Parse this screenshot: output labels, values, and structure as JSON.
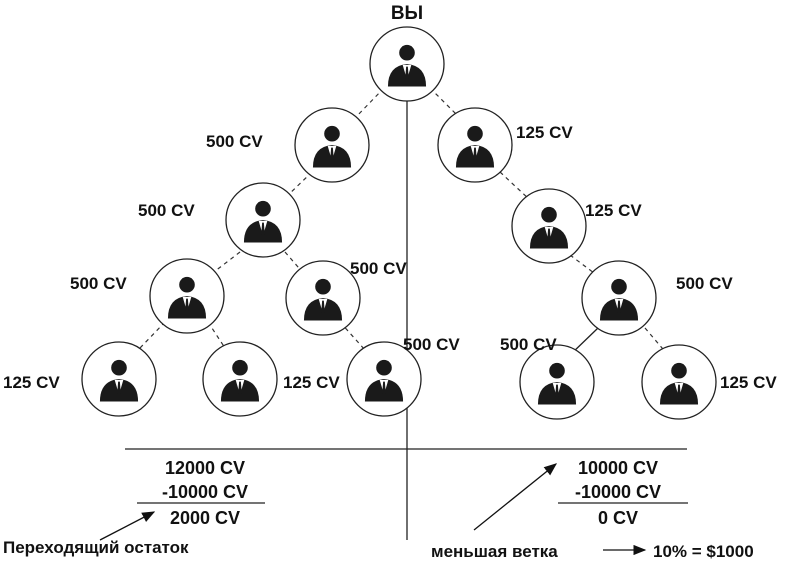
{
  "top_label": "ВЫ",
  "nodes": [
    {
      "id": "you",
      "label": ""
    },
    {
      "id": "l1",
      "label": "500 CV"
    },
    {
      "id": "r1",
      "label": "125 CV"
    },
    {
      "id": "l2",
      "label": "500 CV"
    },
    {
      "id": "r2",
      "label": "125 CV"
    },
    {
      "id": "l3a",
      "label": "500 CV"
    },
    {
      "id": "l3b",
      "label": "500 CV"
    },
    {
      "id": "r3",
      "label": "500 CV"
    },
    {
      "id": "l4a",
      "label": "125 CV"
    },
    {
      "id": "l4b",
      "label": "125 CV"
    },
    {
      "id": "l4c",
      "label": "500 CV"
    },
    {
      "id": "r4a",
      "label": "500 CV"
    },
    {
      "id": "r4b",
      "label": "125 CV"
    }
  ],
  "left_calc": {
    "total": "12000 CV",
    "minus": "-10000 CV",
    "result": "2000 CV"
  },
  "right_calc": {
    "total": "10000 CV",
    "minus": "-10000 CV",
    "result": "0 CV"
  },
  "footer": {
    "carryover": "Переходящий остаток",
    "lesser_branch": "меньшая ветка",
    "payout": "10% = $1000"
  }
}
